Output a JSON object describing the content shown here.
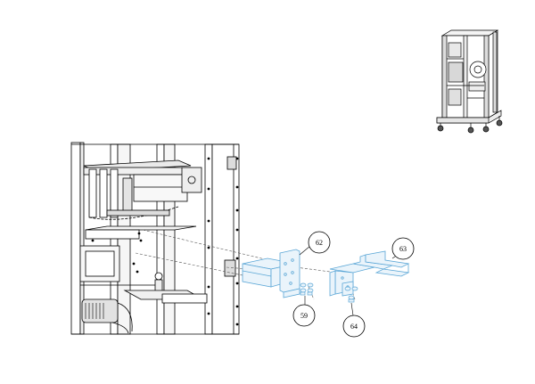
{
  "diagram": {
    "callouts": [
      {
        "id": "c62",
        "label": "62"
      },
      {
        "id": "c63",
        "label": "63"
      },
      {
        "id": "c59",
        "label": "59"
      },
      {
        "id": "c64",
        "label": "64"
      }
    ],
    "colors": {
      "line": "#000000",
      "part": "#5aa6d6",
      "part_fill": "#eaf4fb",
      "dashed": "#555555"
    }
  }
}
